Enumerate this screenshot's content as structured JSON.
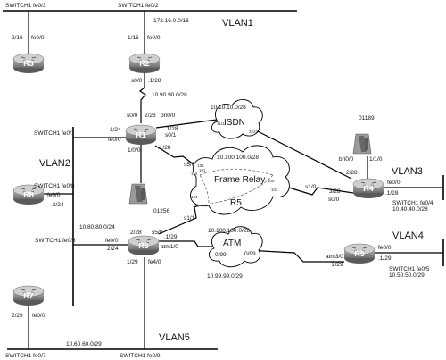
{
  "top_labels": {
    "sw_r3": "SWITCH1 fe0/3",
    "sw_r2": "SWITCH1 fe0/2",
    "net_vlan1": "172.16.0.0/16",
    "vlan1": "VLAN1"
  },
  "routers": {
    "r1": "R1",
    "r2": "R2",
    "r3": "R3",
    "r4": "R4",
    "r5": "R5",
    "r6": "R6",
    "r7": "R7",
    "r8": "R8"
  },
  "r3": {
    "ip": "2/16",
    "iface": "fe0/0"
  },
  "r2": {
    "ip": "1/16",
    "iface": "fe0/0",
    "s0": "s0/0",
    "s0_ip": ".1/28",
    "net_serial": "10.90.90.0/28"
  },
  "r1": {
    "s00": "s0/0",
    "s00_ip": "2/28",
    "bri": "bri0/0",
    "s01": "s0/1",
    "s01_ip": ".1/28",
    "bri_ip": ".1/28",
    "fe_ip": "1/24",
    "fe": "fe0/0",
    "slot": "1/0/0",
    "fr_ip": ".1/28",
    "sw": "SWITCH1 fe0/1"
  },
  "isdn": {
    "name": "ISDN",
    "net": "10.10.10.0/28",
    "dlci_left": "1111",
    "dlci_right": "2222"
  },
  "phones": {
    "top_num": "01189",
    "bottom_num": "01256"
  },
  "vlan2": {
    "label": "VLAN2",
    "net": "10.80.80.0/24"
  },
  "r8": {
    "sw": "SWITCH1 fe0/8",
    "iface": "fe0/0",
    "ip": ".3/24"
  },
  "frame_relay": {
    "name": "Frame Relay",
    "net": "10.100.100.0/28",
    "router_label": "R5",
    "net_bottom": "10.100.100.0/28",
    "s51": "s5/0",
    "s51_ip": ".101",
    "d_r1a": "110",
    "d_r1b": "101",
    "d_r4a": "109",
    "d_r4b": "102",
    "d_r6a": "104",
    "d_r6b": "103",
    "s1_r4": "s1/0",
    "s1_r6": "s1/1"
  },
  "r4": {
    "bri": "bri0/0",
    "bri_ip": "2/28",
    "slot": "1/1/0",
    "s0": "s0/0",
    "s0_ip": "3/28",
    "fe": "fe0/0",
    "fe_ip": ".1/28",
    "sw": "SWITCH1 fe0/4",
    "net": "10.40.40.0/28"
  },
  "vlan3": "VLAN3",
  "r6": {
    "sw": "SWITCH1 fe0/6",
    "fe0": "fe0/0",
    "fe0_ip": "2/24",
    "s5": "s5/0",
    "s5_ip": "2/28",
    "atm": "atm1/0",
    "atm_ip": ".1/29",
    "fe4_ip": "1/29",
    "fe4": "fe4/0"
  },
  "atm": {
    "name": "ATM",
    "vc_left": "0/99",
    "vc_right": "0/99",
    "net": "10.99.99.0/29"
  },
  "r5": {
    "atm": "atm3/0",
    "atm_ip": "2/29",
    "fe": "fe0/0",
    "fe_ip": ".1/29",
    "sw": "SWITCH1 fe0/5",
    "net": "10.50.50.0/29"
  },
  "vlan4": "VLAN4",
  "r7": {
    "ip": "2/29",
    "iface": "fe0/0"
  },
  "vlan5": {
    "label": "VLAN5",
    "net": "10.60.60.0/29",
    "sw_r7": "SWITCH1 fe0/7",
    "sw_r6": "SWITCH1 fe0/9"
  }
}
